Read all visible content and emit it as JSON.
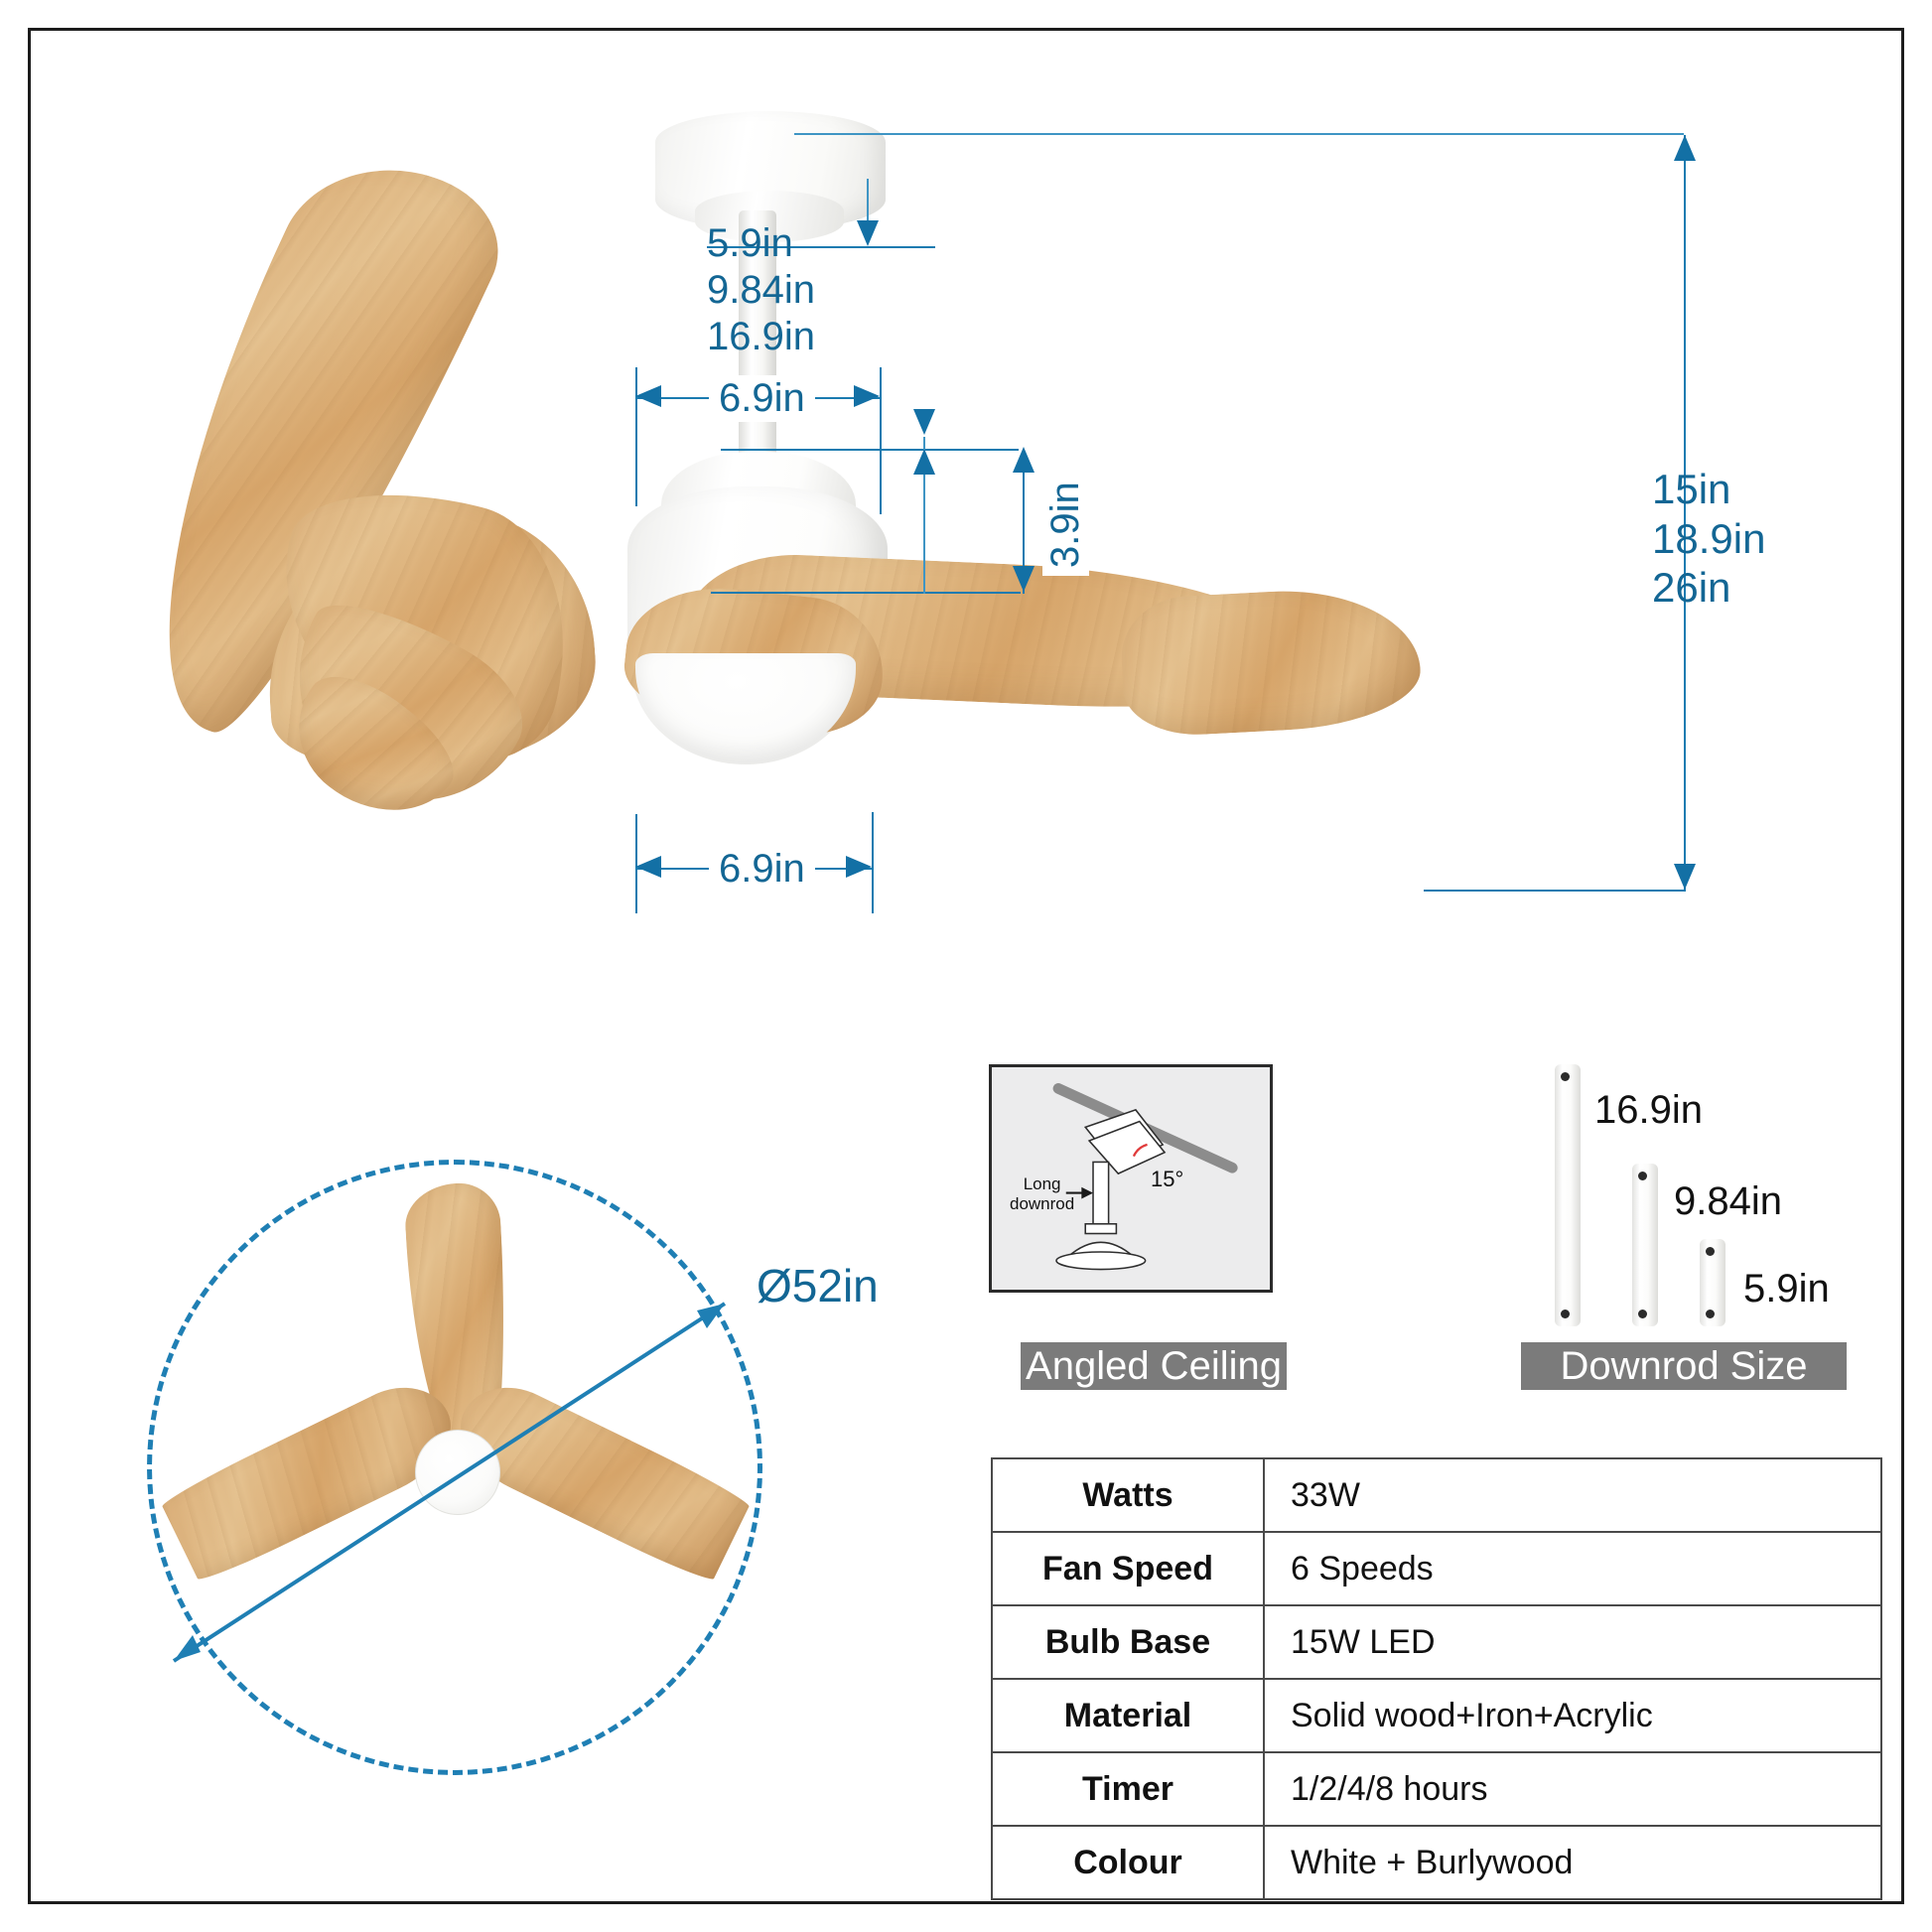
{
  "diagram": {
    "title": "Ceiling Fan Dimension Specification",
    "accent_color": "#1370a5",
    "wood_color": "#d7a56a",
    "caption_bar_color": "#7b7b7b"
  },
  "dimensions": {
    "downrod_stack": "5.9in\n9.84in\n16.9in",
    "downrod_options": [
      "5.9in",
      "9.84in",
      "16.9in"
    ],
    "total_height_options": [
      "15in",
      "18.9in",
      "26in"
    ],
    "motor_width_top": "6.9in",
    "motor_width_bottom": "6.9in",
    "motor_height": "3.9in",
    "blade_diameter": "Ø52in"
  },
  "angled_ceiling": {
    "caption": "Angled Ceiling",
    "callout_label": "Long\ndownrod",
    "callout_line1": "Long",
    "callout_line2": "downrod",
    "angle": "15°"
  },
  "downrod_size": {
    "caption": "Downrod Size",
    "rods": [
      {
        "label": "16.9in"
      },
      {
        "label": "9.84in"
      },
      {
        "label": "5.9in"
      }
    ]
  },
  "spec_table": {
    "rows": [
      {
        "key": "Watts",
        "value": "33W"
      },
      {
        "key": "Fan Speed",
        "value": "6 Speeds"
      },
      {
        "key": "Bulb Base",
        "value": "15W LED"
      },
      {
        "key": "Material",
        "value": "Solid wood+Iron+Acrylic"
      },
      {
        "key": "Timer",
        "value": "1/2/4/8 hours"
      },
      {
        "key": "Colour",
        "value": "White + Burlywood"
      }
    ]
  }
}
